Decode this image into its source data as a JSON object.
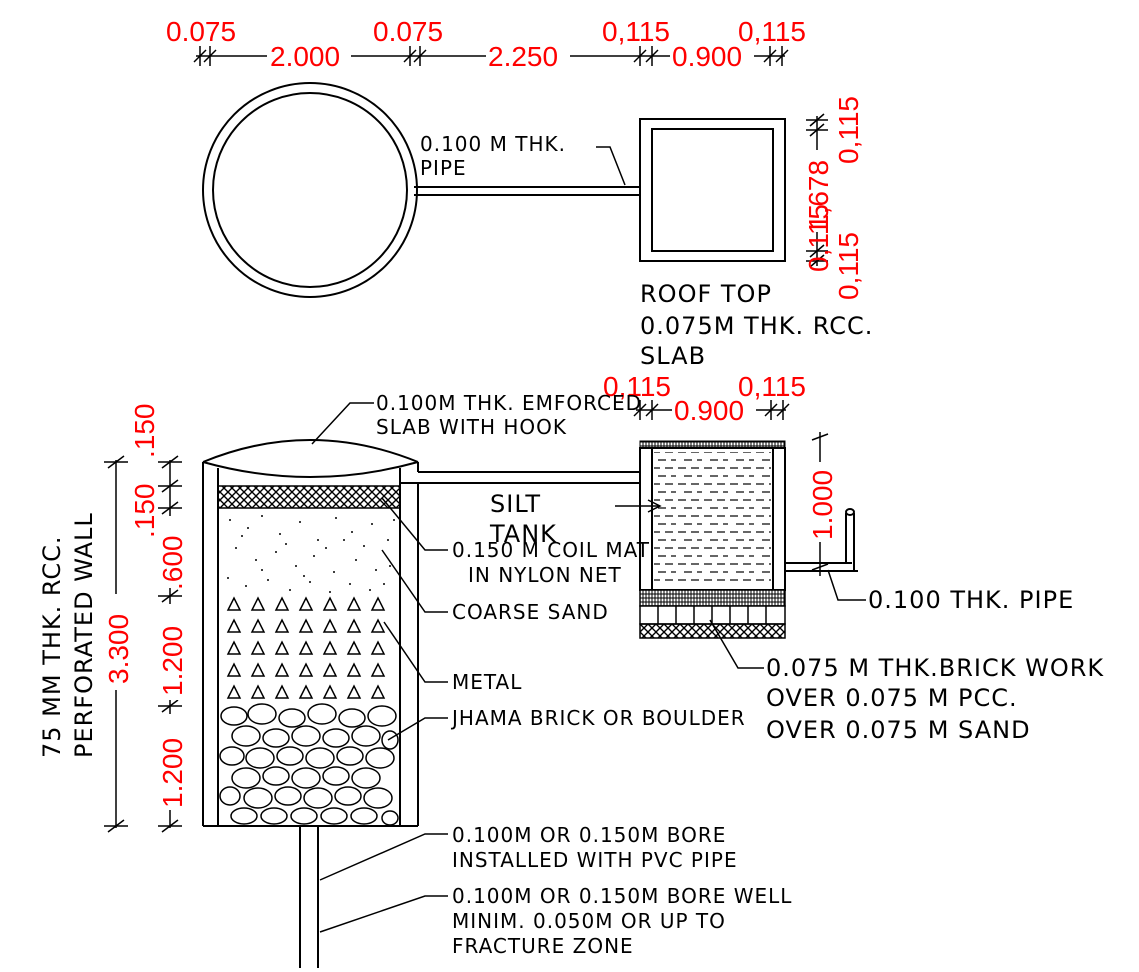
{
  "plan": {
    "dims_top": [
      "0.075",
      "2.000",
      "0.075",
      "2.250",
      "0,115",
      "0.900",
      "0,115"
    ],
    "dims_right": [
      "0,115",
      "1,678",
      "0,115",
      "0,115"
    ],
    "pipe_label": [
      "0.100 M THK.",
      "PIPE"
    ],
    "roof_label": [
      "ROOF TOP",
      "0.075M THK. RCC.",
      "SLAB"
    ]
  },
  "section": {
    "silt_dims_top": [
      "0,115",
      "0.900",
      "0,115"
    ],
    "silt_height": "1.000",
    "silt_label": [
      "SILT",
      "TANK"
    ],
    "outlet_pipe_label": "0.100 THK. PIPE",
    "brick_label": [
      "0.075 M THK.BRICK WORK",
      "OVER 0.075 M PCC.",
      "OVER 0.075 M SAND"
    ],
    "slab_label": [
      "0.100M THK. EMFORCED",
      "SLAB WITH HOOK"
    ],
    "coil_label": [
      "0.150 M COIL MAT",
      "IN NYLON NET"
    ],
    "sand_label": "COARSE SAND",
    "metal_label": "METAL",
    "jhama_label": "JHAMA BRICK OR BOULDER",
    "bore1_label": [
      "0.100M OR 0.150M BORE",
      "INSTALLED WITH PVC PIPE"
    ],
    "bore2_label": [
      "0.100M OR 0.150M BORE WELL",
      "MINIM. 0.050M OR UP TO",
      "FRACTURE ZONE"
    ],
    "wall_label": [
      "75 MM THK. RCC.",
      "PERFORATED WALL"
    ],
    "total_height": "3.300",
    "layer_dims": [
      ".150",
      ".150",
      ".600",
      "1.200",
      "1.200"
    ]
  }
}
